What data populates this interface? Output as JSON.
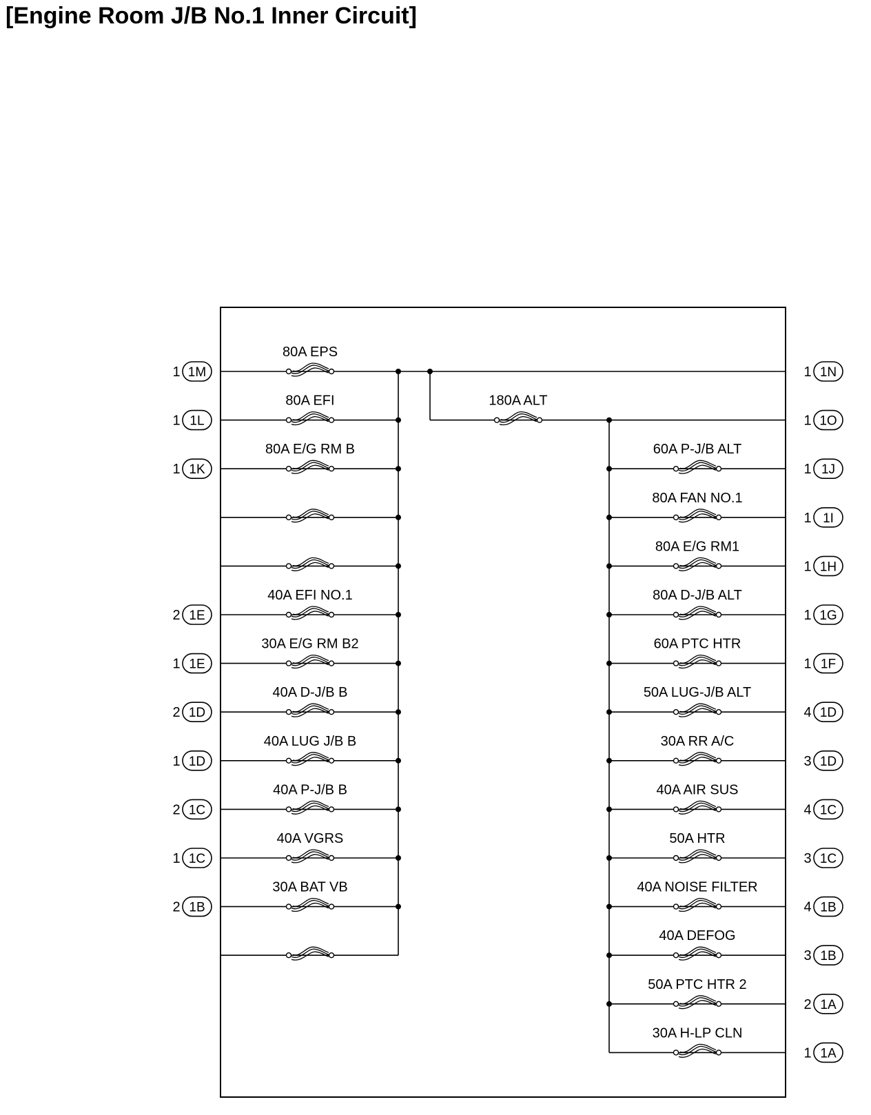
{
  "title": "[Engine Room J/B No.1 Inner Circuit]",
  "top_fuse": {
    "label": "180A ALT"
  },
  "top_output": {
    "pin": "1",
    "connector": "1N"
  },
  "alt_output": {
    "pin": "1",
    "connector": "1O"
  },
  "left_fuses": [
    {
      "label": "80A EPS",
      "pin": "1",
      "connector": "1M"
    },
    {
      "label": "80A EFI",
      "pin": "1",
      "connector": "1L"
    },
    {
      "label": "80A E/G RM B",
      "pin": "1",
      "connector": "1K"
    },
    {
      "label": "",
      "pin": "",
      "connector": ""
    },
    {
      "label": "",
      "pin": "",
      "connector": ""
    },
    {
      "label": "40A EFI NO.1",
      "pin": "2",
      "connector": "1E"
    },
    {
      "label": "30A E/G RM B2",
      "pin": "1",
      "connector": "1E"
    },
    {
      "label": "40A D-J/B B",
      "pin": "2",
      "connector": "1D"
    },
    {
      "label": "40A LUG J/B B",
      "pin": "1",
      "connector": "1D"
    },
    {
      "label": "40A P-J/B B",
      "pin": "2",
      "connector": "1C"
    },
    {
      "label": "40A VGRS",
      "pin": "1",
      "connector": "1C"
    },
    {
      "label": "30A BAT VB",
      "pin": "2",
      "connector": "1B"
    },
    {
      "label": "",
      "pin": "",
      "connector": ""
    }
  ],
  "right_fuses": [
    {
      "label": "60A P-J/B ALT",
      "pin": "1",
      "connector": "1J"
    },
    {
      "label": "80A FAN NO.1",
      "pin": "1",
      "connector": "1I"
    },
    {
      "label": "80A E/G RM1",
      "pin": "1",
      "connector": "1H"
    },
    {
      "label": "80A D-J/B ALT",
      "pin": "1",
      "connector": "1G"
    },
    {
      "label": "60A PTC HTR",
      "pin": "1",
      "connector": "1F"
    },
    {
      "label": "50A LUG-J/B ALT",
      "pin": "4",
      "connector": "1D"
    },
    {
      "label": "30A RR A/C",
      "pin": "3",
      "connector": "1D"
    },
    {
      "label": "40A AIR SUS",
      "pin": "4",
      "connector": "1C"
    },
    {
      "label": "50A HTR",
      "pin": "3",
      "connector": "1C"
    },
    {
      "label": "40A NOISE FILTER",
      "pin": "4",
      "connector": "1B"
    },
    {
      "label": "40A DEFOG",
      "pin": "3",
      "connector": "1B"
    },
    {
      "label": "50A PTC HTR 2",
      "pin": "2",
      "connector": "1A"
    },
    {
      "label": "30A H-LP CLN",
      "pin": "1",
      "connector": "1A"
    }
  ]
}
